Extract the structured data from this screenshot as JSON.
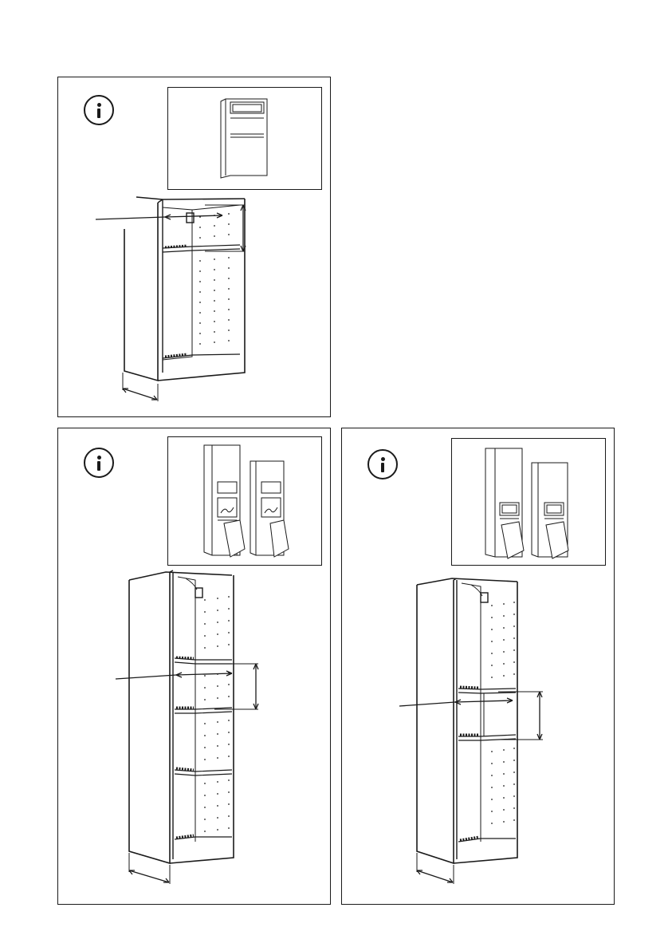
{
  "panels": [
    {
      "id": "panel-1",
      "icon": "info-icon",
      "inset": "wall-cabinet-with-microwave-and-fridge-illustration",
      "diagram": "high-cabinet-frame-upper-shelf-measurement"
    },
    {
      "id": "panel-2",
      "icon": "info-icon",
      "inset": "tall-cabinets-with-microwave-oven-and-drawers-illustration",
      "diagram": "tall-cabinet-frame-middle-shelf-measurement"
    },
    {
      "id": "panel-3",
      "icon": "info-icon",
      "inset": "tall-cabinets-with-microwave-and-drawers-illustration",
      "diagram": "tall-cabinet-frame-mid-shelf-measurement"
    }
  ],
  "colors": {
    "line": "#1a1a1a",
    "background": "#ffffff"
  }
}
